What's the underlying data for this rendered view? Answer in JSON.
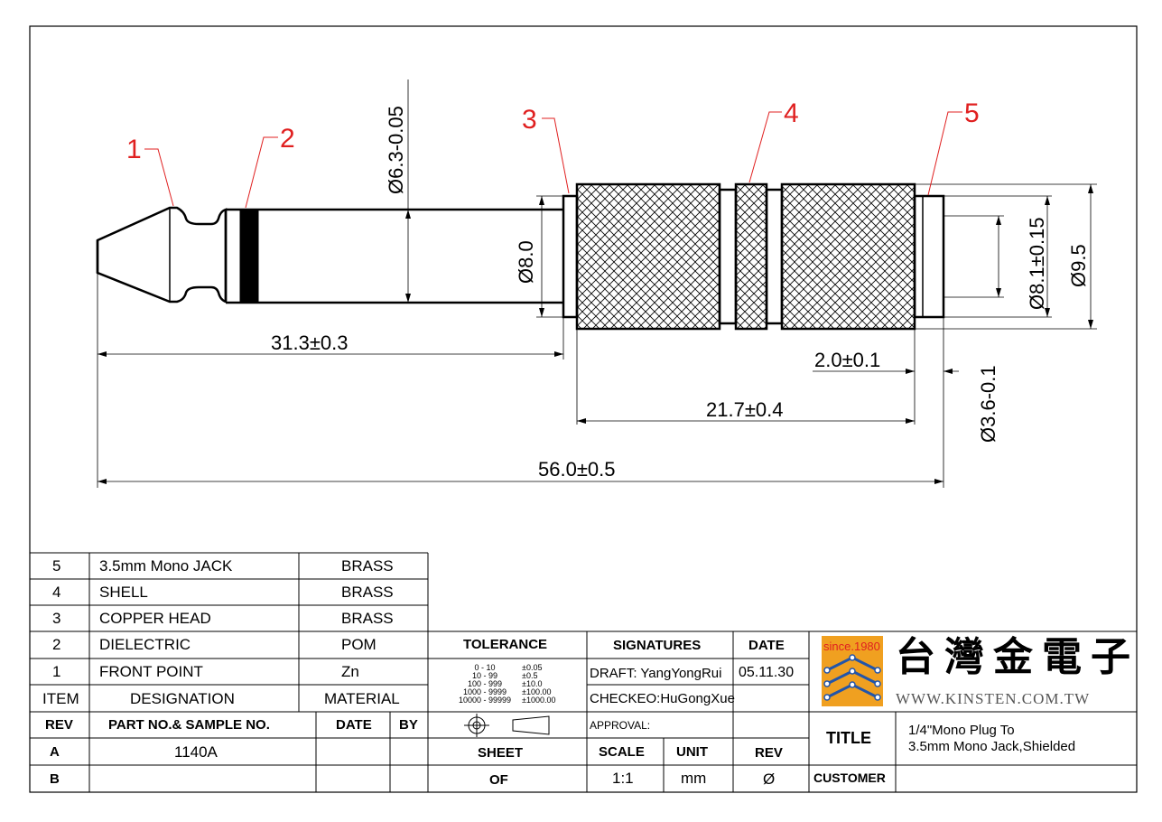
{
  "drawing": {
    "callouts": [
      "1",
      "2",
      "3",
      "4",
      "5"
    ],
    "dimensions": {
      "d_6_3": "Ø6.3-0.05",
      "d_8_0": "Ø8.0",
      "d_8_1": "Ø8.1±0.15",
      "d_9_5": "Ø9.5",
      "d_3_6": "Ø3.6-0.1",
      "l_31_3": "31.3±0.3",
      "l_2_0": "2.0±0.1",
      "l_21_7": "21.7±0.4",
      "l_56_0": "56.0±0.5"
    },
    "colors": {
      "callout": "#e02020",
      "line": "#000000",
      "logo_red": "#e02020",
      "logo_blue": "#2255aa",
      "logo_orange": "#f0a020"
    }
  },
  "bom": {
    "rows": [
      {
        "item": "5",
        "designation": "3.5mm  Mono  JACK",
        "material": "BRASS"
      },
      {
        "item": "4",
        "designation": "SHELL",
        "material": "BRASS"
      },
      {
        "item": "3",
        "designation": "COPPER  HEAD",
        "material": "BRASS"
      },
      {
        "item": "2",
        "designation": "DIELECTRIC",
        "material": "POM"
      },
      {
        "item": "1",
        "designation": "FRONT  POINT",
        "material": "Zn"
      }
    ],
    "header": {
      "item": "ITEM",
      "designation": "DESIGNATION",
      "material": "MATERIAL"
    }
  },
  "revision": {
    "header": {
      "rev": "REV",
      "part": "PART NO.& SAMPLE NO.",
      "date": "DATE",
      "by": "BY"
    },
    "rows": [
      {
        "rev": "A",
        "part": "1140A"
      },
      {
        "rev": "B",
        "part": ""
      }
    ]
  },
  "tolerance": {
    "title": "TOLERANCE",
    "rows": [
      {
        "range": "0  -  10",
        "tol": "±0.05"
      },
      {
        "range": "10  -  99",
        "tol": "±0.5"
      },
      {
        "range": "100  -  999",
        "tol": "±10.0"
      },
      {
        "range": "1000  -  9999",
        "tol": "±100.00"
      },
      {
        "range": "10000  -  99999",
        "tol": "±1000.00"
      }
    ]
  },
  "signatures": {
    "title": "SIGNATURES",
    "draft": "DRAFT: YangYongRui",
    "checked": "CHECKEO:HuGongXue",
    "approval": "APPROVAL:"
  },
  "date": {
    "title": "DATE",
    "value": "05.11.30"
  },
  "sheet": {
    "sheet": "SHEET",
    "of": "OF"
  },
  "scale": {
    "title": "SCALE",
    "value": "1:1"
  },
  "unit": {
    "title": "UNIT",
    "value": "mm"
  },
  "rev": {
    "title": "REV",
    "value": "Ø"
  },
  "company": {
    "since": "since.1980",
    "name": "台灣金電子",
    "web": "WWW.KINSTEN.COM.TW"
  },
  "title_block": {
    "title_label": "TITLE",
    "title_line1": "1/4\"Mono  Plug  To",
    "title_line2": "3.5mm  Mono  Jack,Shielded",
    "customer_label": "CUSTOMER"
  }
}
